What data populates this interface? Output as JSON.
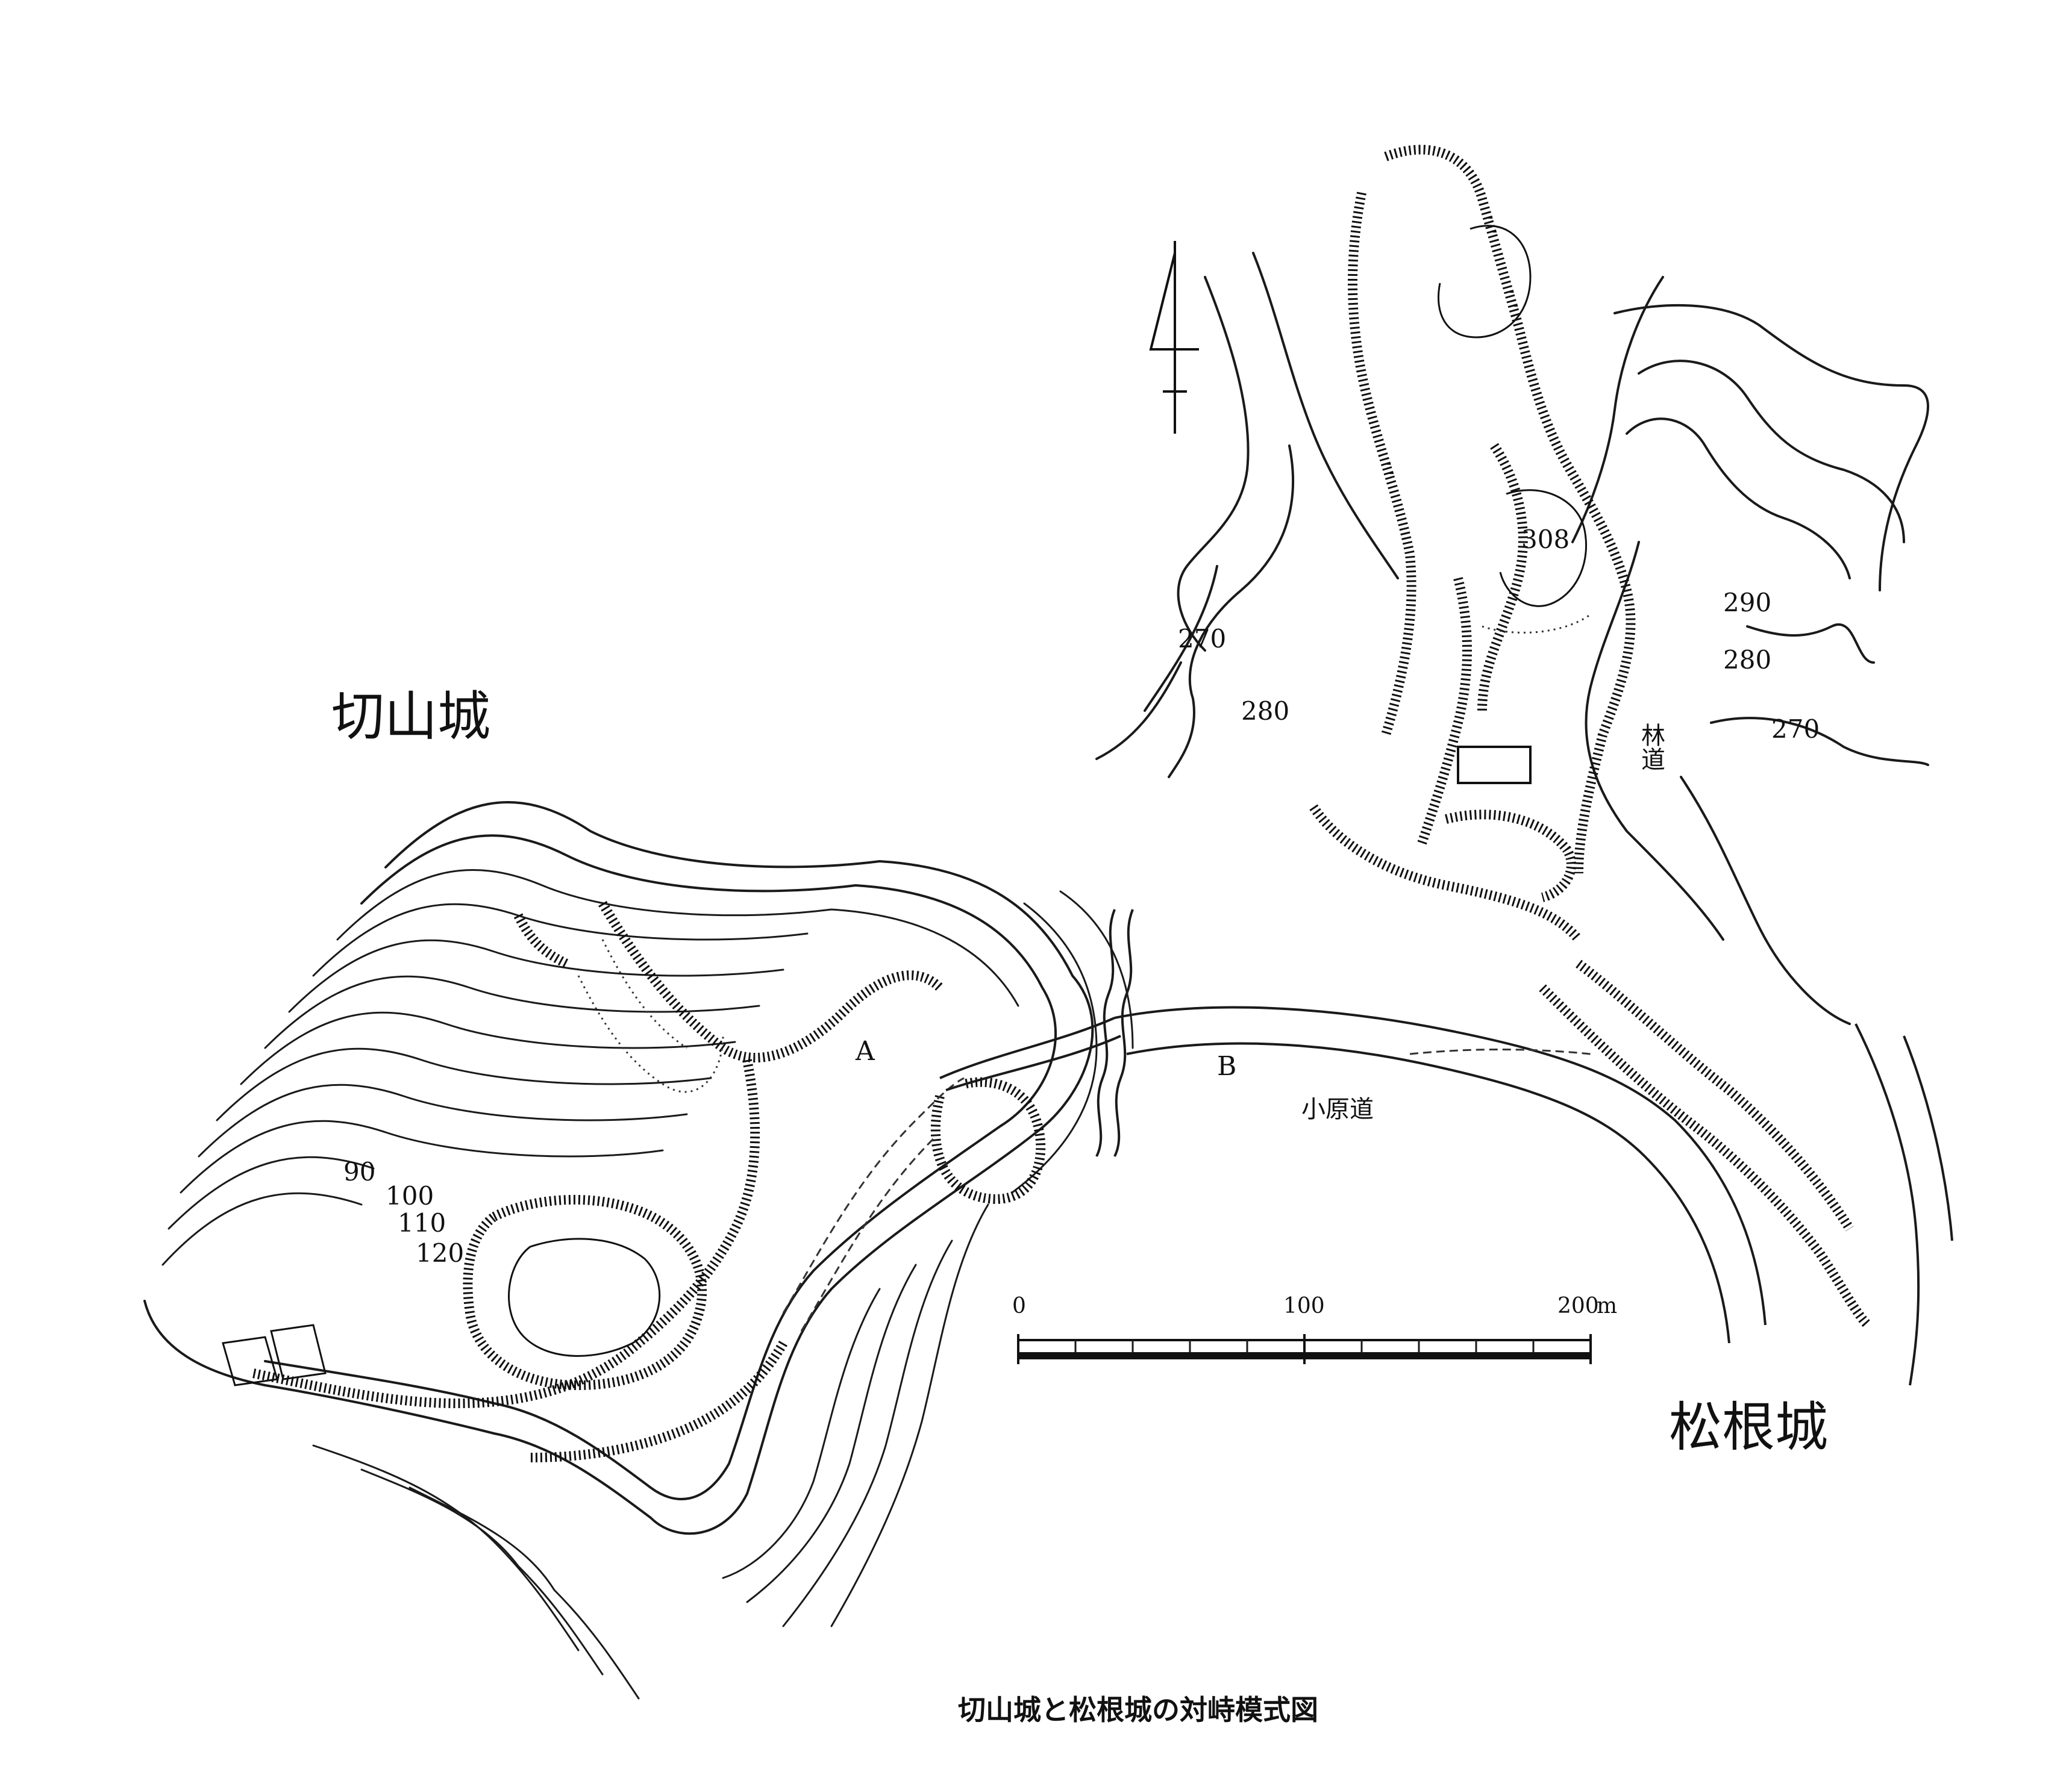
{
  "castles": {
    "kiriyama": "切山城",
    "matsune": "松根城"
  },
  "contour_labels_kiriyama": [
    "90",
    "100",
    "110",
    "120"
  ],
  "contour_labels_matsune": [
    "270",
    "280",
    "290",
    "280",
    "270"
  ],
  "summit_elevation": "308",
  "points": {
    "a": "A",
    "b": "B"
  },
  "roads": {
    "ohara_road": "小原道",
    "forest_road": "林道"
  },
  "scale": {
    "start": "0",
    "middle": "100",
    "end": "200",
    "unit": "m"
  },
  "caption": "切山城と松根城の対峙模式図",
  "colors": {
    "ink": "#111111",
    "paper": "#ffffff"
  }
}
